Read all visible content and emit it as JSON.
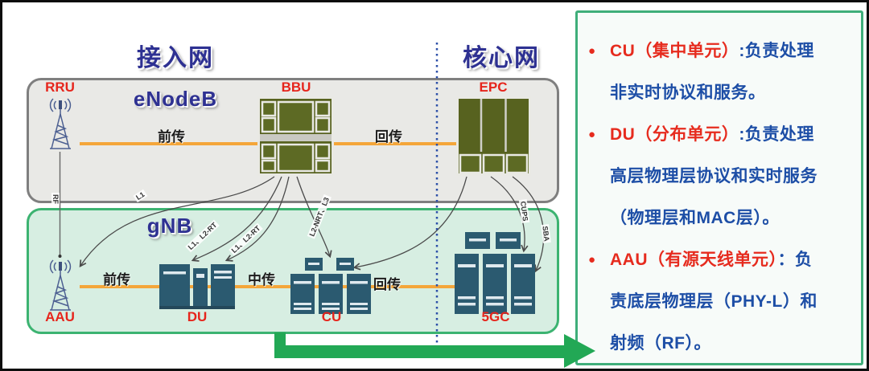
{
  "titles": {
    "access": "接入网",
    "core": "核心网"
  },
  "zones": {
    "enodeb": "eNodeB",
    "gnb": "gNB"
  },
  "nodes": {
    "rru": "RRU",
    "bbu": "BBU",
    "epc": "EPC",
    "aau": "AAU",
    "du": "DU",
    "cu": "CU",
    "core5g": "5GC"
  },
  "haul_labels": {
    "top_front": "前传",
    "top_back": "回传",
    "bottom_front": "前传",
    "bottom_mid": "中传",
    "bottom_back": "回传"
  },
  "split_labels": {
    "rf": "RF",
    "aau_line": "L1",
    "du_line_1": "L1、L2-RT",
    "du_line_2": "L1、L2-RT",
    "cu_line": "L2-NRT、L3",
    "core_line_1": "CUPS",
    "core_line_2": "SBA"
  },
  "panel": {
    "bullet": "●",
    "items": [
      {
        "lead": "CU（集中单元）",
        "lead_rest": ":负责处理",
        "lines": [
          "非实时协议和服务。"
        ]
      },
      {
        "lead": "DU（分布单元）",
        "lead_rest": ":负责处理",
        "lines": [
          "高层物理层协议和实时服务",
          "（物理层和MAC层）。"
        ]
      },
      {
        "lead": "AAU（有源天线单元）",
        "lead_rest": "：负",
        "lines": [
          "责底层物理层（PHY-L）和",
          "射频（RF）。"
        ]
      }
    ]
  },
  "colors": {
    "accent_orange": "#f4a63a",
    "zone_green": "#3cb371",
    "panel_green": "#3fae7a",
    "title_blue": "#2e3192",
    "text_blue": "#1d4ea6",
    "label_red": "#e6251c",
    "rack_teal": "#2b5a70",
    "rack_olive": "#57621f",
    "arrow_green": "#22a855",
    "divider_blue": "#2b4ea8"
  }
}
